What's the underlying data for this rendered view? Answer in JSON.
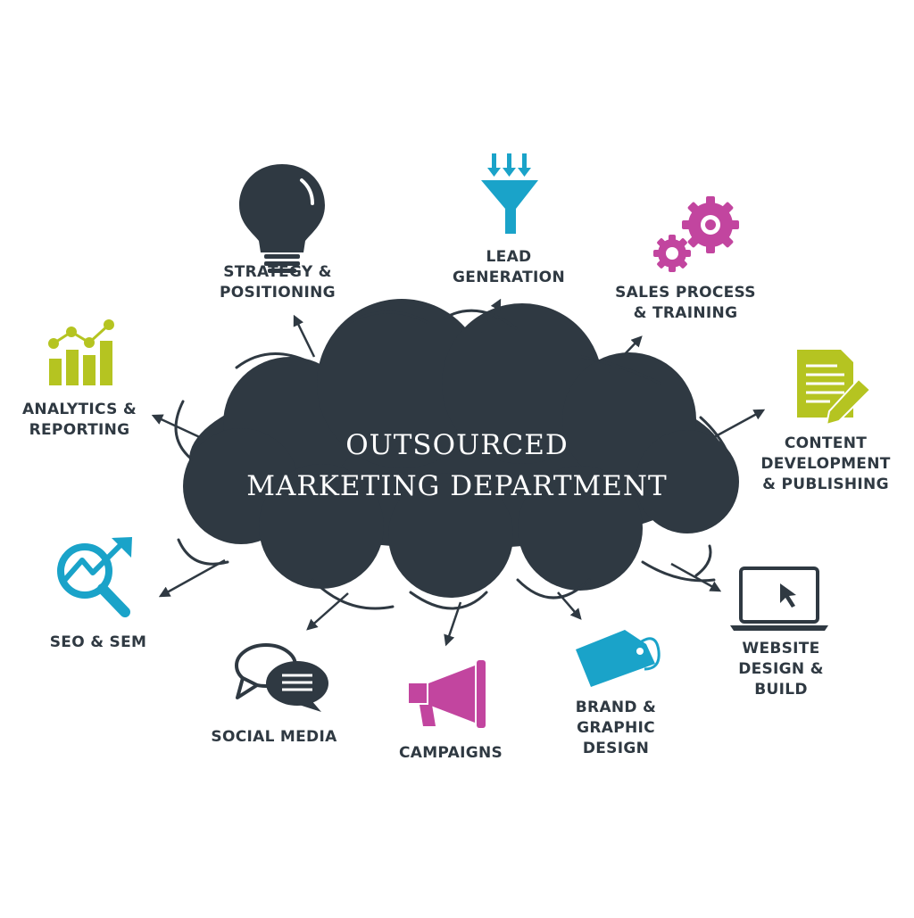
{
  "center": {
    "line1": "OUTSOURCED",
    "line2": "MARKETING DEPARTMENT"
  },
  "nodes": {
    "strategy": {
      "line1": "STRATEGY &",
      "line2": "POSITIONING",
      "icon": "lightbulb-icon"
    },
    "lead": {
      "line1": "LEAD",
      "line2": "GENERATION",
      "icon": "funnel-icon"
    },
    "sales": {
      "line1": "SALES PROCESS",
      "line2": "& TRAINING",
      "icon": "gears-icon"
    },
    "analytics": {
      "line1": "ANALYTICS &",
      "line2": "REPORTING",
      "icon": "bar-chart-icon"
    },
    "content": {
      "line1": "CONTENT",
      "line2": "DEVELOPMENT",
      "line3": "& PUBLISHING",
      "icon": "document-pencil-icon"
    },
    "seo": {
      "line1": "SEO & SEM",
      "icon": "magnifier-trend-icon"
    },
    "website": {
      "line1": "WEBSITE",
      "line2": "DESIGN &",
      "line3": "BUILD",
      "icon": "laptop-cursor-icon"
    },
    "social": {
      "line1": "SOCIAL MEDIA",
      "icon": "chat-bubbles-icon"
    },
    "campaigns": {
      "line1": "CAMPAIGNS",
      "icon": "megaphone-icon"
    },
    "brand": {
      "line1": "BRAND &",
      "line2": "GRAPHIC",
      "line3": "DESIGN",
      "icon": "tag-icon"
    }
  },
  "colors": {
    "dark": "#2f3942",
    "blue": "#1aa3c9",
    "magenta": "#c2459f",
    "olive": "#b5c421",
    "white": "#ffffff"
  }
}
